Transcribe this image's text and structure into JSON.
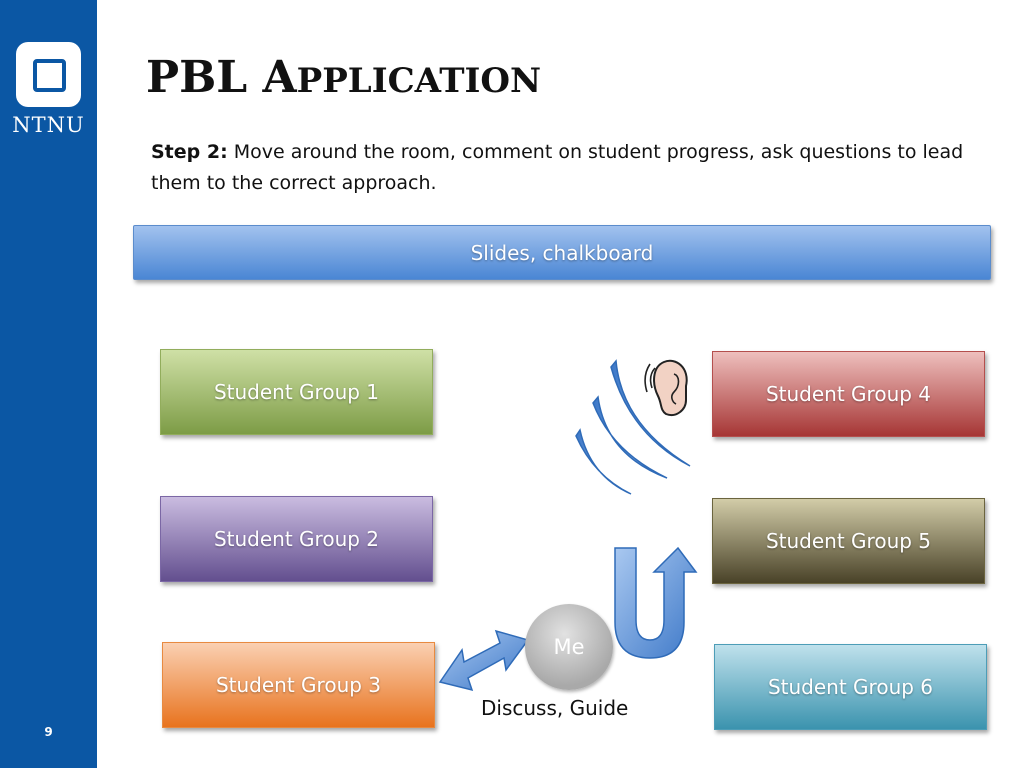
{
  "sidebar": {
    "logo_text": "NTNU",
    "page_number": "9"
  },
  "title": {
    "first": "PBL ",
    "cap": "A",
    "rest": "PPLICATION"
  },
  "step": {
    "label": "Step 2:",
    "text": " Move around the room, comment on student progress, ask questions to lead them to the correct approach."
  },
  "slides_box": "Slides, chalkboard",
  "groups": [
    "Student Group 1",
    "Student Group 2",
    "Student Group 3",
    "Student Group 4",
    "Student Group 5",
    "Student Group 6"
  ],
  "me_label": "Me",
  "discuss_label": "Discuss, Guide",
  "icons": [
    "ear-icon",
    "sound-wave-icon",
    "double-arrow-icon",
    "u-turn-arrow-icon"
  ],
  "colors": {
    "sidebar": "#0b57a4",
    "slides": "#4a86d4",
    "group1": "#7d9c46",
    "group2": "#634f8f",
    "group3": "#e8731e",
    "group4": "#a63635",
    "group5": "#494228",
    "group6": "#3b93ae"
  }
}
